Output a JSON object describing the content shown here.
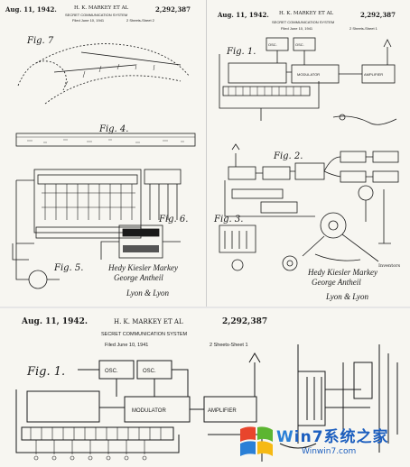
{
  "sheets": {
    "top_left": {
      "date": "Aug. 11, 1942.",
      "inventors": "H. K. MARKEY ET AL",
      "patent_number": "2,292,387",
      "title": "SECRET COMMUNICATION SYSTEM",
      "filed": "Filed June 10, 1941",
      "sheets_note": "2 Sheets-Sheet 2",
      "figures": [
        "Fig. 7",
        "Fig. 4.",
        "Fig. 6.",
        "Fig. 5."
      ],
      "signatures": [
        "Hedy Kiesler Markey",
        "George Antheil"
      ],
      "attorney": "Lyon & Lyon"
    },
    "top_right": {
      "date": "Aug. 11, 1942.",
      "inventors": "H. K. MARKEY ET AL",
      "patent_number": "2,292,387",
      "title": "SECRET COMMUNICATION SYSTEM",
      "filed": "Filed June 10, 1941",
      "sheets_note": "2 Sheets-Sheet 1",
      "figures": [
        "Fig. 1.",
        "Fig. 2.",
        "Fig. 3."
      ],
      "signatures": [
        "Hedy Kiesler Markey",
        "George Antheil"
      ],
      "attorney": "Lyon & Lyon",
      "inventors_note": "Inventors"
    },
    "bottom": {
      "date": "Aug. 11, 1942.",
      "inventors": "H. K. MARKEY ET AL",
      "patent_number": "2,292,387",
      "title": "SECRET COMMUNICATION SYSTEM",
      "filed": "Filed June 10, 1941",
      "sheets_note": "2 Sheets-Sheet 1",
      "figures": [
        "Fig. 1."
      ],
      "blocks": [
        "OSC.",
        "OSC.",
        "MODULATOR",
        "AMPLIFIER"
      ]
    }
  },
  "watermark": {
    "brand_prefix": "W",
    "brand_rest": "in7系统之家",
    "url": "Winwin7.com"
  },
  "colors": {
    "ink": "#1a1a1a",
    "paper": "#f7f6f1",
    "watermark_blue": "#1d5fbf"
  }
}
